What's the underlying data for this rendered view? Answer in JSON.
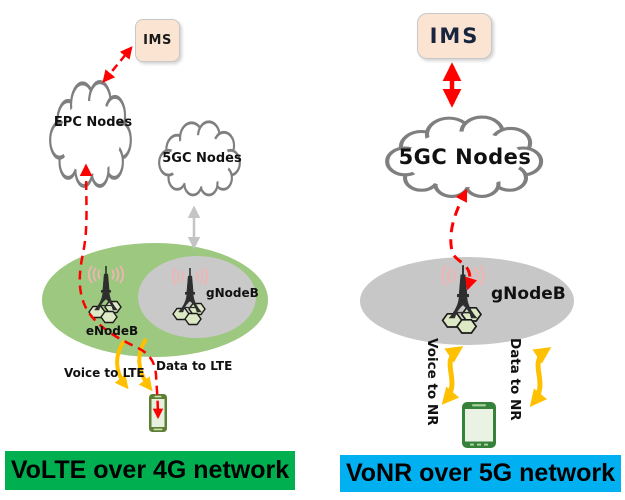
{
  "left_panel": {
    "ims_label": "IMS",
    "epc_cloud_label": "EPC Nodes",
    "sgc_cloud_label": "5GC Nodes",
    "enodeb_label": "eNodeB",
    "gnodeb_label": "gNodeB",
    "voice_label": "Voice to LTE",
    "data_label": "Data to LTE",
    "banner": "VoLTE over 4G network",
    "banner_color": "#00B050"
  },
  "right_panel": {
    "ims_label": "IMS",
    "sgc_cloud_label": "5GC Nodes",
    "gnodeb_label": "gNodeB",
    "voice_label": "Voice to NR",
    "data_label": "Data to NR",
    "banner": "VoNR over 5G network",
    "banner_color": "#00B0F0"
  },
  "colors": {
    "signal_red": "#FF0000",
    "flow_yellow": "#FFC000",
    "lte_coverage_green": "#9CC87F",
    "nr_coverage_gray": "#C7C7C7",
    "ims_fill": "#FBE5D2",
    "cloud_stroke": "#7F7F7F"
  }
}
